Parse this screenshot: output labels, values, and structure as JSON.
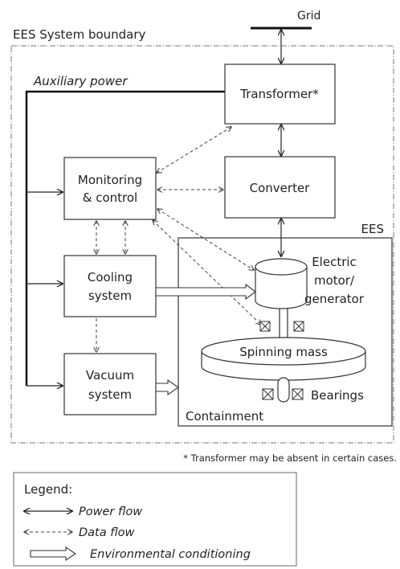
{
  "labels": {
    "grid": "Grid",
    "system_boundary": "EES System boundary",
    "auxiliary_power": "Auxiliary power",
    "transformer": "Transformer*",
    "monitoring_line1": "Monitoring",
    "monitoring_line2": "& control",
    "converter": "Converter",
    "cooling_line1": "Cooling",
    "cooling_line2": "system",
    "vacuum_line1": "Vacuum",
    "vacuum_line2": "system",
    "ees": "EES",
    "motor_line1": "Electric",
    "motor_line2": "motor/",
    "motor_line3": "generator",
    "spinning_mass": "Spinning mass",
    "bearings": "Bearings",
    "containment": "Containment",
    "footnote": "* Transformer may be absent in certain cases."
  },
  "legend": {
    "title": "Legend:",
    "power_flow": "Power flow",
    "data_flow": "Data flow",
    "environmental": "Environmental conditioning"
  }
}
